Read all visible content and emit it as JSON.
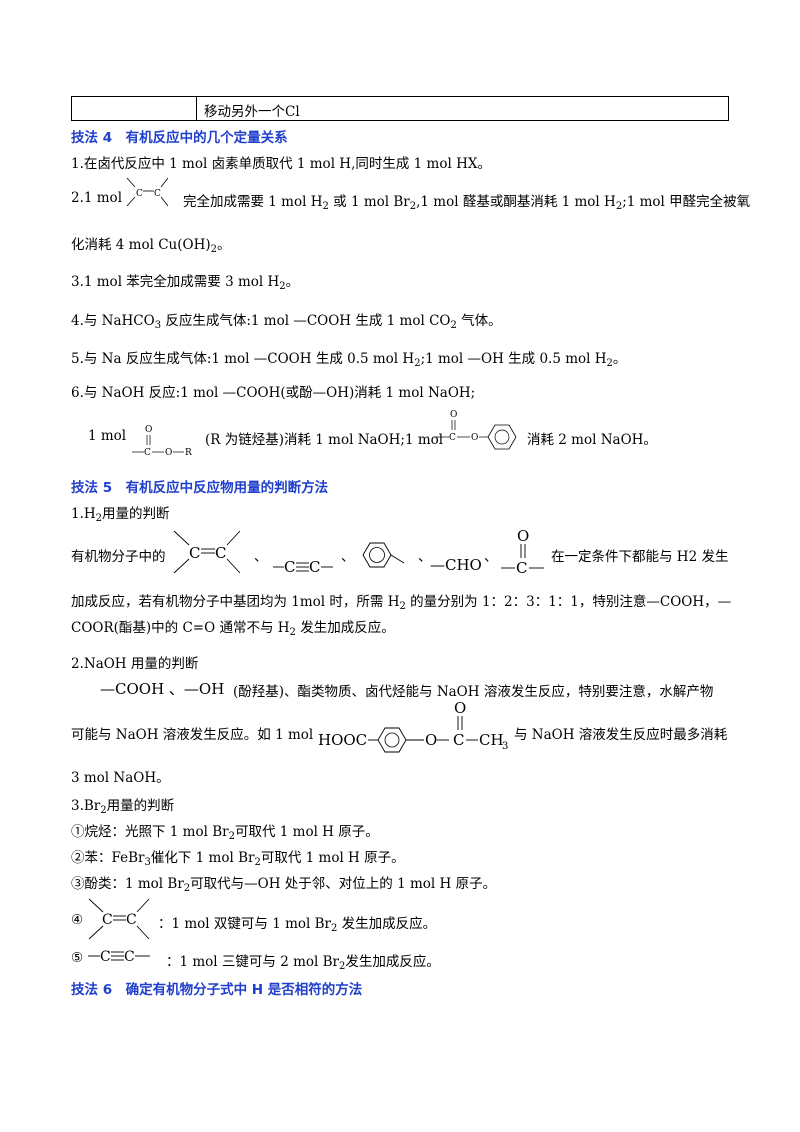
{
  "table": {
    "cell2": "移动另外一个Cl"
  },
  "sec4": {
    "title": "技法 4　有机反应中的几个定量关系"
  },
  "s4": {
    "l1": "1.在卤代反应中 1 mol 卤素单质取代 1 mol H,同时生成 1 mol HX。",
    "l2a": "2.1 mol",
    "l2b": "完全加成需要 1 mol H",
    "l2c": " 或 1 mol Br",
    "l2d": ",1 mol 醛基或酮基消耗 1 mol H",
    "l2e": ";1 mol 甲醛完全被氧",
    "l2f": "化消耗 4 mol Cu(OH)",
    "l2g": "。",
    "l3a": "3.1 mol 苯完全加成需要 3 mol H",
    "l3b": "。",
    "l4a": "4.与 NaHCO",
    "l4b": " 反应生成气体:1 mol —COOH 生成 1 mol CO",
    "l4c": " 气体。",
    "l5a": "5.与 Na 反应生成气体:1 mol —COOH 生成 0.5 mol H",
    "l5b": ";1 mol —OH 生成 0.5 mol H",
    "l5c": "。",
    "l6": "6.与 NaOH 反应:1 mol —COOH(或酚—OH)消耗 1 mol NaOH;",
    "l7a": "1 mol",
    "l7b": "(R 为链烃基)消耗 1 mol NaOH;1 mol",
    "l7c": "消耗 2 mol NaOH。"
  },
  "sec5": {
    "title": "技法 5　有机反应中反应物用量的判断方法"
  },
  "s5": {
    "h1": "1.H",
    "h1b": "用量的判断",
    "p1a": "有机物分子中的",
    "p1sep": "、",
    "p1b": "在一定条件下都能与 H2 发生",
    "p1c": "加成反应，若有机物分子中基团均为 1mol 时，所需 H",
    "p1d": " 的量分别为 1：2：3：1：1，特别注意—COOH，—",
    "p1e": "COOR(酯基)中的 C=O 通常不与 H",
    "p1f": " 发生加成反应。",
    "h2": "2.NaOH 用量的判断",
    "p2a": "—COOH 、—OH",
    "p2b": "(酚羟基)、酯类物质、卤代烃能与 NaOH 溶液发生反应，特别要注意，水解产物",
    "p2c": "可能与 NaOH 溶液发生反应。如 1 mol",
    "p2d": "与 NaOH 溶液发生反应时最多消耗",
    "p2e": "3 mol NaOH。",
    "h3": "3.Br",
    "h3b": "用量的判断",
    "i1a": "①烷烃：光照下 1 mol Br",
    "i1b": "可取代 1 mol H 原子。",
    "i2a": "②苯：FeBr",
    "i2b": "催化下 1 mol Br",
    "i2c": "可取代 1 mol H 原子。",
    "i3a": "③酚类：1 mol Br",
    "i3b": "可取代与—OH 处于邻、对位上的 1 mol H  原子。",
    "i4a": "④",
    "i4b": "：1 mol 双键可与 1 mol Br",
    "i4c": " 发生加成反应。",
    "i5a": "⑤",
    "i5b": "：1 mol 三键可与 2 mol Br",
    "i5c": "发生加成反应。"
  },
  "sec6": {
    "title": "技法 6　确定有机物分子式中 H 是否相符的方法"
  },
  "chem": {
    "c": "C",
    "o": "O",
    "r": "R",
    "cho": "—CHO",
    "hooc": "HOOC",
    "ch": "CH",
    "three": "3",
    "sub2": "2",
    "sub3": "3"
  }
}
